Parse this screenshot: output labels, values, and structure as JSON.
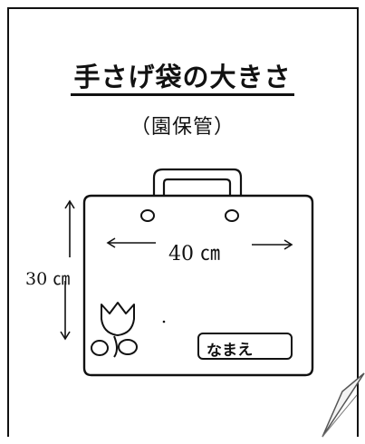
{
  "title": "手さげ袋の大きさ",
  "subtitle": "（園保管）",
  "bag": {
    "width_label": "40 ㎝",
    "height_label": "30 ㎝",
    "nametag": "なまえ"
  }
}
